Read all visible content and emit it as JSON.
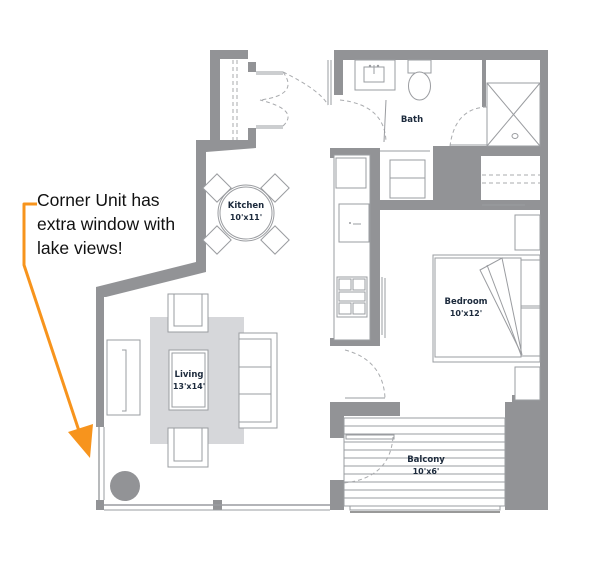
{
  "annotation": {
    "lines": [
      "Corner Unit has",
      "extra window with",
      "lake views!"
    ],
    "arrow_color": "#f7941d"
  },
  "rooms": {
    "kitchen": {
      "name": "Kitchen",
      "size": "10'x11'"
    },
    "bath": {
      "name": "Bath",
      "size": ""
    },
    "bedroom": {
      "name": "Bedroom",
      "size": "10'x12'"
    },
    "living": {
      "name": "Living",
      "size": "13'x14'"
    },
    "balcony": {
      "name": "Balcony",
      "size": "10'x6'"
    }
  },
  "colors": {
    "wall": "#929396",
    "fixture_line": "#9a9ca0",
    "rug": "#d6d7da",
    "label": "#1c2a3c"
  }
}
